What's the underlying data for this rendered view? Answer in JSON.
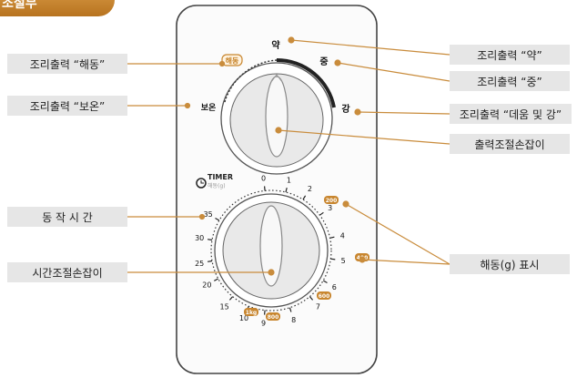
{
  "header": {
    "title": "조절부"
  },
  "callouts": {
    "thaw": "조리출력 “해동”",
    "keep_warm": "조리출력 “보온”",
    "weak": "조리출력 “약”",
    "medium": "조리출력 “중”",
    "strong": "조리출력 “데움 및 강”",
    "power_knob": "출력조절손잡이",
    "operating_time": "동 작 시 간",
    "time_knob": "시간조절손잡이",
    "defrost_g": "해동(g) 표시"
  },
  "power_dial": {
    "thaw_badge": "해동",
    "keep_warm": "보온",
    "weak": "약",
    "medium": "중",
    "strong": "강"
  },
  "timer_dial": {
    "timer_label": "TIMER",
    "timer_sub": "해동(g)",
    "left_ticks": [
      "35",
      "30",
      "25",
      "20",
      "15",
      "10",
      "9"
    ],
    "right_ticks": [
      "0",
      "1",
      "2",
      "3",
      "4",
      "5",
      "6",
      "7",
      "8"
    ],
    "gram_badges": [
      "200",
      "400",
      "600",
      "1kg",
      "800"
    ]
  },
  "colors": {
    "accent": "#c8862f",
    "line": "#c98c3c",
    "panel_border": "#444444"
  }
}
